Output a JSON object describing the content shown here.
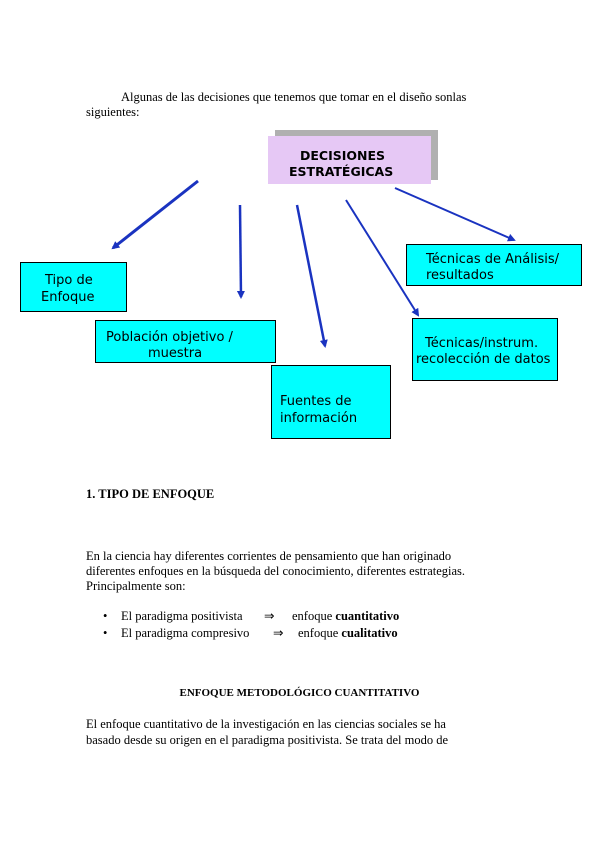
{
  "intro": {
    "line1": "Algunas de las decisiones que tenemos que tomar en el diseño sonlas",
    "line2": "siguientes:"
  },
  "diagram": {
    "center_line1": "DECISIONES",
    "center_line2": "ESTRATÉGICAS",
    "tipo_line1": "Tipo de",
    "tipo_line2": "Enfoque",
    "poblacion_line1": "Población objetivo /",
    "poblacion_line2": "muestra",
    "fuentes_line1": "Fuentes de",
    "fuentes_line2": "información",
    "tecnicas_instr_line1": "Técnicas/instrum.",
    "tecnicas_instr_line2": "recolección de datos",
    "tecnicas_anal_line1": "Técnicas de Análisis/",
    "tecnicas_anal_line2": "resultados",
    "colors": {
      "box_fill": "#00ffff",
      "center_fill": "#e6c8f5",
      "center_shadow": "#b0b0b0",
      "arrow": "#1a33c0"
    }
  },
  "section1": {
    "heading": "1. TIPO DE ENFOQUE",
    "para_line1": "En la ciencia hay diferentes corrientes de pensamiento que han originado",
    "para_line2": "diferentes enfoques en la búsqueda del conocimiento, diferentes estrategias.",
    "para_line3": "Principalmente son:",
    "bullets": [
      {
        "label": "El paradigma positivista",
        "arrow": "⇒",
        "result_prefix": "enfoque ",
        "result_bold": "cuantitativo"
      },
      {
        "label": "El paradigma compresivo",
        "arrow": "⇒",
        "result_prefix": "enfoque ",
        "result_bold": "cualitativo"
      }
    ]
  },
  "section2": {
    "heading": "ENFOQUE METODOLÓGICO CUANTITATIVO",
    "para_line1": "El enfoque cuantitativo de la investigación en las ciencias sociales se ha",
    "para_line2": "basado desde su origen en el paradigma positivista. Se trata del modo de"
  }
}
